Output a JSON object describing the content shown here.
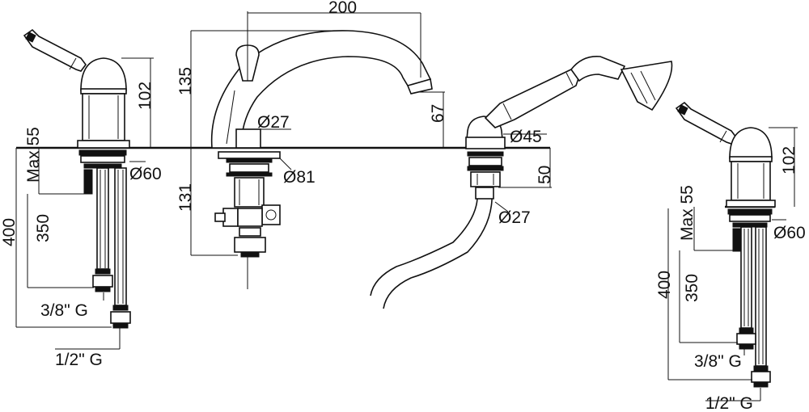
{
  "dimensions": {
    "spout_width": "200",
    "spout_height": "135",
    "spout_base_dia": "Ø27",
    "spout_flange_dia": "Ø81",
    "spout_below_deck": "131",
    "spout_outlet_height": "67",
    "handle_height": "102",
    "max_deck": "Max 55",
    "valve_dia": "Ø60",
    "hose_length_400": "400",
    "hose_length_350": "350",
    "thread_38": "3/8\" G",
    "thread_12": "1/2\" G",
    "shower_holder_dia": "Ø45",
    "shower_holder_depth": "50",
    "shower_hose_dia": "Ø27"
  }
}
